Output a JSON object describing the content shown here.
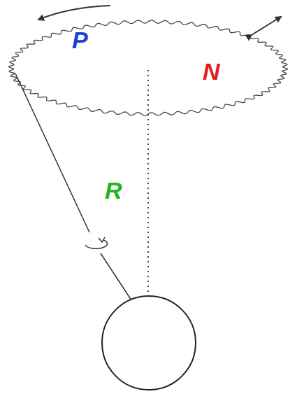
{
  "diagram": {
    "labels": [
      "P",
      "N",
      "R"
    ]
  }
}
